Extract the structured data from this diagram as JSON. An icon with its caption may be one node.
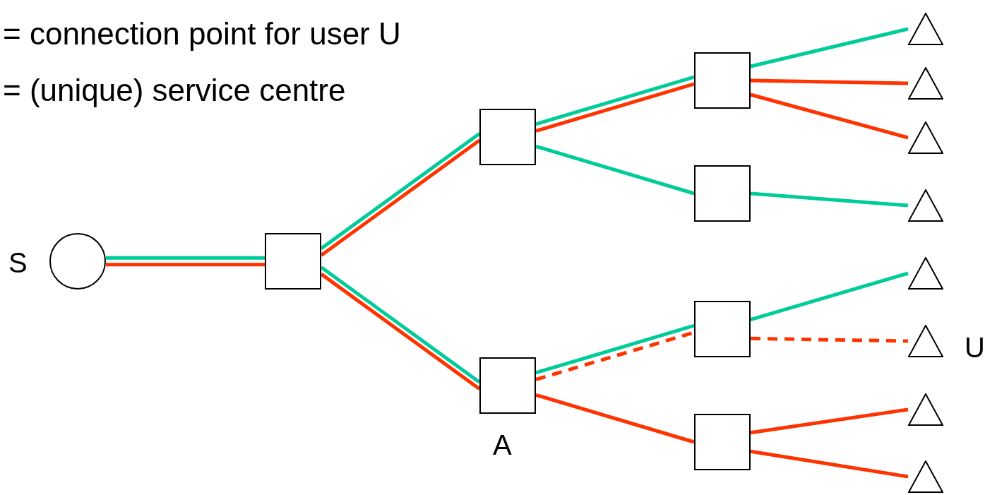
{
  "diagram": {
    "nodes": [
      {
        "text": [],
        "shape": "circle",
        "beside": [
          "S"
        ]
      },
      {
        "text": [],
        "shape": "box"
      },
      {
        "text": [],
        "shape": "box"
      },
      {
        "text": [],
        "shape": "box",
        "beside": [
          "A"
        ]
      },
      {
        "text": [],
        "shape": "box"
      },
      {
        "text": [],
        "shape": "box"
      },
      {
        "text": [],
        "shape": "box"
      },
      {
        "text": [],
        "shape": "box"
      },
      {
        "text": [],
        "shape": "triangle"
      },
      {
        "text": [],
        "shape": "triangle"
      },
      {
        "text": [],
        "shape": "triangle"
      },
      {
        "text": [],
        "shape": "triangle"
      },
      {
        "text": [],
        "shape": "triangle"
      },
      {
        "text": [],
        "shape": "triangle",
        "beside": [
          "U"
        ]
      },
      {
        "text": [],
        "shape": "triangle"
      },
      {
        "text": [],
        "shape": "triangle"
      }
    ],
    "edges": [
      {
        "from": 0,
        "to": 1,
        "arrow": "none",
        "color": "#00cc99"
      },
      {
        "from": 0,
        "to": 1,
        "arrow": "none"
      },
      {
        "from": 1,
        "to": 2,
        "arrow": "none",
        "color": "#00cc99"
      },
      {
        "from": 1,
        "to": 2,
        "arrow": "none"
      },
      {
        "from": 1,
        "to": 3,
        "arrow": "none",
        "color": "#00cc99"
      },
      {
        "from": 1,
        "to": 3,
        "arrow": "none"
      },
      {
        "from": 2,
        "to": 4,
        "arrow": "none",
        "color": "#00cc99"
      },
      {
        "from": 2,
        "to": 4,
        "arrow": "none"
      },
      {
        "from": 2,
        "to": 5,
        "arrow": "none",
        "color": "#00cc99"
      },
      {
        "from": 3,
        "to": 6,
        "arrow": "none",
        "color": "#00cc99"
      },
      {
        "from": 3,
        "to": 6,
        "arrow": "none",
        "style": "dashed"
      },
      {
        "from": 3,
        "to": 7,
        "arrow": "none"
      },
      {
        "from": 4,
        "to": 8,
        "arrow": "none",
        "color": "#00cc99"
      },
      {
        "from": 4,
        "to": 9,
        "arrow": "none"
      },
      {
        "from": 4,
        "to": 10,
        "arrow": "none"
      },
      {
        "from": 5,
        "to": 11,
        "arrow": "none",
        "color": "#00cc99"
      },
      {
        "from": 6,
        "to": 12,
        "arrow": "none",
        "color": "#00cc99"
      },
      {
        "from": 6,
        "to": 13,
        "arrow": "none",
        "style": "dashed"
      },
      {
        "from": 7,
        "to": 14,
        "arrow": "none"
      },
      {
        "from": 7,
        "to": 15,
        "arrow": "none"
      }
    ],
    "labels": [
      "= connection point for user U",
      "= (unique) service centre"
    ]
  }
}
